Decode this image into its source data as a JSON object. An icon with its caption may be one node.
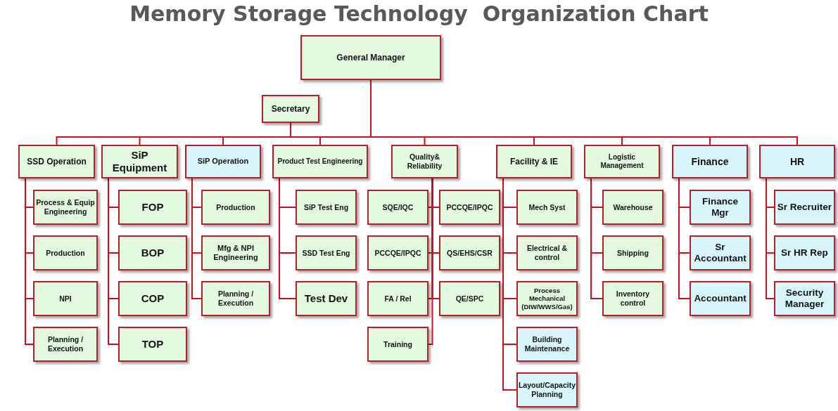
{
  "diagram": {
    "title": "Memory Storage Technology  Organization Chart",
    "nodes": [
      {
        "text": [
          "General Manager"
        ]
      },
      {
        "text": [
          "Secretary"
        ]
      },
      {
        "text": [
          "SSD Operation"
        ]
      },
      {
        "text": [
          "SiP Equipment"
        ]
      },
      {
        "text": [
          "SiP Operation"
        ]
      },
      {
        "text": [
          "Product Test Engineering"
        ]
      },
      {
        "text": [
          "Quality& Reliability"
        ]
      },
      {
        "text": [
          "Facility & IE"
        ]
      },
      {
        "text": [
          "Logistic Management"
        ]
      },
      {
        "text": [
          "Finance"
        ]
      },
      {
        "text": [
          "HR"
        ]
      },
      {
        "text": [
          "Process & Equip Engineering"
        ]
      },
      {
        "text": [
          "Production"
        ]
      },
      {
        "text": [
          "NPI"
        ]
      },
      {
        "text": [
          "Planning / Execution"
        ]
      },
      {
        "text": [
          "FOP"
        ]
      },
      {
        "text": [
          "BOP"
        ]
      },
      {
        "text": [
          "COP"
        ]
      },
      {
        "text": [
          "TOP"
        ]
      },
      {
        "text": [
          "Production"
        ]
      },
      {
        "text": [
          "Mfg & NPI Engineering"
        ]
      },
      {
        "text": [
          "Planning / Execution"
        ]
      },
      {
        "text": [
          "SiP Test Eng"
        ]
      },
      {
        "text": [
          "SSD Test Eng"
        ]
      },
      {
        "text": [
          "Test Dev"
        ]
      },
      {
        "text": [
          "SQE/IQC"
        ]
      },
      {
        "text": [
          "PCCQE/IPQC"
        ]
      },
      {
        "text": [
          "PCCQE/IPQC"
        ]
      },
      {
        "text": [
          "QS/EHS/CSR"
        ]
      },
      {
        "text": [
          "FA / Rel"
        ]
      },
      {
        "text": [
          "QE/SPC"
        ]
      },
      {
        "text": [
          "Training"
        ]
      },
      {
        "text": [
          "Mech Syst"
        ]
      },
      {
        "text": [
          "Electrical & control"
        ]
      },
      {
        "text": [
          "Process Mechanical (DIW/WWS/Gas)"
        ]
      },
      {
        "text": [
          "Building Maintenance"
        ]
      },
      {
        "text": [
          "Layout/Capacity Planning"
        ]
      },
      {
        "text": [
          "Warehouse"
        ]
      },
      {
        "text": [
          "Shipping"
        ]
      },
      {
        "text": [
          "Inventory control"
        ]
      },
      {
        "text": [
          "Finance Mgr"
        ]
      },
      {
        "text": [
          "Sr Accountant"
        ]
      },
      {
        "text": [
          "Accountant"
        ]
      },
      {
        "text": [
          "Sr Recruiter"
        ]
      },
      {
        "text": [
          "Sr HR Rep"
        ]
      },
      {
        "text": [
          "Security Manager"
        ]
      }
    ],
    "edges": [
      {
        "from": 0,
        "to": 1,
        "arrow": "none"
      },
      {
        "from": 0,
        "to": 2,
        "arrow": "none"
      },
      {
        "from": 0,
        "to": 3,
        "arrow": "none"
      },
      {
        "from": 0,
        "to": 4,
        "arrow": "none"
      },
      {
        "from": 0,
        "to": 5,
        "arrow": "none"
      },
      {
        "from": 0,
        "to": 6,
        "arrow": "none"
      },
      {
        "from": 0,
        "to": 7,
        "arrow": "none"
      },
      {
        "from": 0,
        "to": 8,
        "arrow": "none"
      },
      {
        "from": 0,
        "to": 9,
        "arrow": "none"
      },
      {
        "from": 0,
        "to": 10,
        "arrow": "none"
      },
      {
        "from": 2,
        "to": 11,
        "arrow": "none"
      },
      {
        "from": 2,
        "to": 12,
        "arrow": "none"
      },
      {
        "from": 2,
        "to": 13,
        "arrow": "none"
      },
      {
        "from": 2,
        "to": 14,
        "arrow": "none"
      },
      {
        "from": 3,
        "to": 15,
        "arrow": "none"
      },
      {
        "from": 3,
        "to": 16,
        "arrow": "none"
      },
      {
        "from": 3,
        "to": 17,
        "arrow": "none"
      },
      {
        "from": 3,
        "to": 18,
        "arrow": "none"
      },
      {
        "from": 4,
        "to": 19,
        "arrow": "none"
      },
      {
        "from": 4,
        "to": 20,
        "arrow": "none"
      },
      {
        "from": 4,
        "to": 21,
        "arrow": "none"
      },
      {
        "from": 5,
        "to": 22,
        "arrow": "none"
      },
      {
        "from": 5,
        "to": 23,
        "arrow": "none"
      },
      {
        "from": 5,
        "to": 24,
        "arrow": "none"
      },
      {
        "from": 6,
        "to": 25,
        "arrow": "none"
      },
      {
        "from": 6,
        "to": 26,
        "arrow": "none"
      },
      {
        "from": 6,
        "to": 27,
        "arrow": "none"
      },
      {
        "from": 6,
        "to": 28,
        "arrow": "none"
      },
      {
        "from": 6,
        "to": 29,
        "arrow": "none"
      },
      {
        "from": 6,
        "to": 30,
        "arrow": "none"
      },
      {
        "from": 6,
        "to": 31,
        "arrow": "none"
      },
      {
        "from": 7,
        "to": 32,
        "arrow": "none"
      },
      {
        "from": 7,
        "to": 33,
        "arrow": "none"
      },
      {
        "from": 7,
        "to": 34,
        "arrow": "none"
      },
      {
        "from": 7,
        "to": 35,
        "arrow": "none"
      },
      {
        "from": 7,
        "to": 36,
        "arrow": "none"
      },
      {
        "from": 8,
        "to": 37,
        "arrow": "none"
      },
      {
        "from": 8,
        "to": 38,
        "arrow": "none"
      },
      {
        "from": 8,
        "to": 39,
        "arrow": "none"
      },
      {
        "from": 9,
        "to": 40,
        "arrow": "none"
      },
      {
        "from": 9,
        "to": 41,
        "arrow": "none"
      },
      {
        "from": 9,
        "to": 42,
        "arrow": "none"
      },
      {
        "from": 10,
        "to": 43,
        "arrow": "none"
      },
      {
        "from": 10,
        "to": 44,
        "arrow": "none"
      },
      {
        "from": 10,
        "to": 45,
        "arrow": "none"
      }
    ]
  }
}
